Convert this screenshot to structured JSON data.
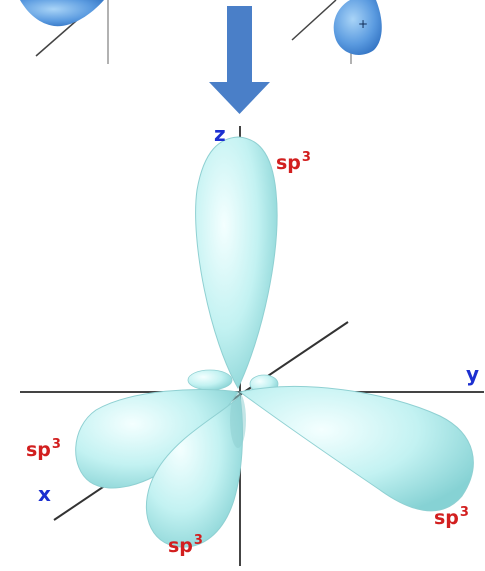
{
  "axes": {
    "x": "x",
    "y": "y",
    "z": "z"
  },
  "hybrid_labels": [
    {
      "base": "sp",
      "exp": "3"
    },
    {
      "base": "sp",
      "exp": "3"
    },
    {
      "base": "sp",
      "exp": "3"
    },
    {
      "base": "sp",
      "exp": "3"
    }
  ],
  "orbital_signs": [
    "+"
  ],
  "colors": {
    "orbital_fill": "#c3f2f2",
    "arrow": "#4a7fc8",
    "p_orbital": "#5b9be0",
    "label_red": "#d21f1f",
    "axis_blue": "#1c2fd0"
  }
}
